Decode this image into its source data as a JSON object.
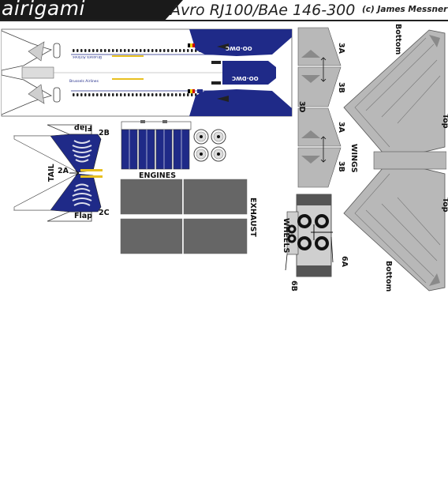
{
  "header": {
    "logo": "airigami",
    "title": "Avro RJ100/BAe 146-300",
    "credit": "(c) James Messner"
  },
  "fuselage": {
    "registration_top": "OO-DWC",
    "registration_bottom": "OO-DWC",
    "airline_top": "Brussels Airlines",
    "airline_bottom": "Brussels Airlines"
  },
  "labels": {
    "tail": "TAIL",
    "flap_top": "Flap",
    "flap_bottom": "Flap",
    "part_2a": "2A",
    "part_2b": "2B",
    "part_2c": "2C",
    "engines": "ENGINES",
    "exhaust": "EXHAUST",
    "wheels": "WHEELS",
    "part_6a": "6A",
    "part_6b": "6B",
    "wings": "WINGS",
    "part_3a_1": "3A",
    "part_3b_1": "3B",
    "part_3d": "3D",
    "part_3a_2": "3A",
    "part_3b_2": "3B",
    "bottom_1": "Bottom",
    "top_1": "Top",
    "top_2": "Top",
    "bottom_2": "Bottom"
  },
  "colors": {
    "livery_blue": "#1f2a88",
    "gray_part": "#b8b8b8",
    "dark_gray": "#6a6a6a",
    "header_band": "#1a1a1a"
  }
}
